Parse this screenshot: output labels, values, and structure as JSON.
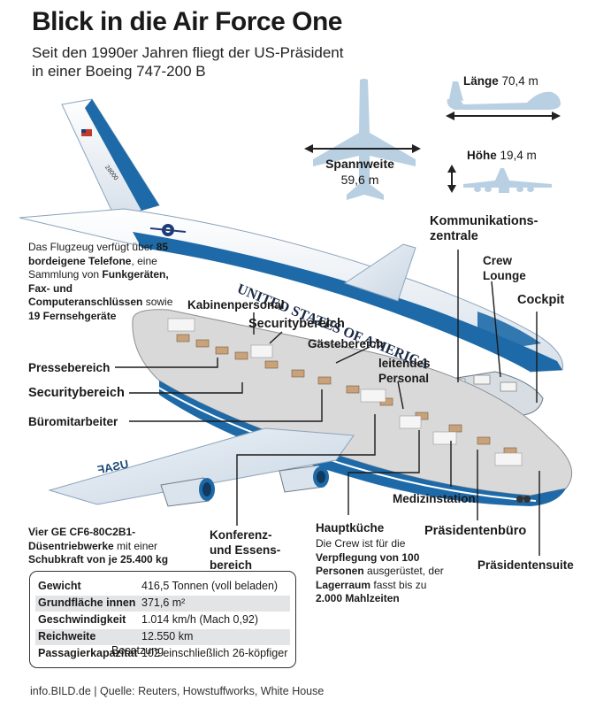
{
  "title": "Blick in die Air Force One",
  "subtitle_line1": "Seit den 1990er Jahren fliegt der US-Präsident",
  "subtitle_line2": "in einer Boeing 747-200 B",
  "fuselage_text": "UNITED STATES OF AMERICA",
  "wing_text": "USAF",
  "tail_number": "28000",
  "intro": {
    "t1": "Das Flugzeug verfügt über ",
    "b1": "85 bordeigene Telefone",
    "t2": ", eine Sammlung von ",
    "b2": "Funkgeräten, Fax- und Computeranschlüssen",
    "t3": " sowie ",
    "b3": "19 Fernsehgeräte"
  },
  "dimensions": {
    "length_label": "Länge",
    "length_value": "70,4 m",
    "span_label": "Spannweite",
    "span_value": "59,6 m",
    "height_label": "Höhe",
    "height_value": "19,4 m"
  },
  "labels": {
    "kommunikation_1": "Kommunikations-",
    "kommunikation_2": "zentrale",
    "crew_1": "Crew",
    "crew_2": "Lounge",
    "cockpit": "Cockpit",
    "kabinenpersonal": "Kabinenpersonal",
    "securitybereich_top": "Securitybereich",
    "gaestebereich": "Gästebereich",
    "leitendes_1": "leitendes",
    "leitendes_2": "Personal",
    "pressebereich": "Pressebereich",
    "securitybereich_left": "Securitybereich",
    "bueromitarbeiter": "Büromitarbeiter",
    "konferenz_1": "Konferenz-",
    "konferenz_2": "und Essens-",
    "konferenz_3": "bereich",
    "hauptkueche": "Hauptküche",
    "medizinstation": "Medizinstation",
    "praesidentenbuero": "Präsidentenbüro",
    "praesidentensuite": "Präsidentensuite"
  },
  "engine_note": {
    "b1": "Vier GE CF6-80C2B1-",
    "t1": "Düsentriebwerke",
    "t2": " mit einer ",
    "b2": "Schubkraft von je 25.400 kg"
  },
  "kitchen_note": {
    "t1": "Die Crew ist für die ",
    "b1": "Verpflegung von 100 Personen",
    "t2": " ausgerüstet, der ",
    "b2": "Lagerraum",
    "t3": " fasst bis zu ",
    "b3": "2.000 Mahlzeiten"
  },
  "specs": [
    {
      "key": "Gewicht",
      "value": "416,5 Tonnen (voll beladen)"
    },
    {
      "key": "Grundfläche innen",
      "value": "371,6 m²"
    },
    {
      "key": "Geschwindigkeit",
      "value": "1.014 km/h (Mach 0,92)"
    },
    {
      "key": "Reichweite",
      "value": "12.550 km"
    },
    {
      "key": "Passagierkapazität",
      "value": "102 einschließlich 26-köpfiger",
      "value2": "Besatzung"
    }
  ],
  "footer": "info.BILD.de | Quelle: Reuters, Howstuffworks, White House",
  "colors": {
    "fuselage_blue": "#1e6aa8",
    "light_blue": "#dbe8f3",
    "silhouette": "#b9cfe2",
    "cabin_floor": "#d9d9d9"
  }
}
